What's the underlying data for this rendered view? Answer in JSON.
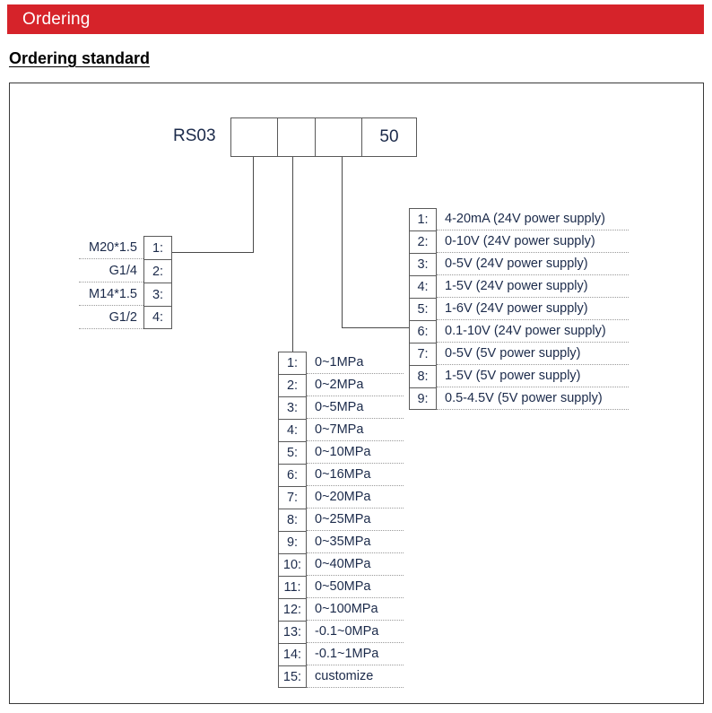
{
  "header": {
    "title": "Ordering",
    "bar_color": "#d6232a"
  },
  "section": {
    "title": "Ordering standard"
  },
  "model": {
    "prefix": "RS03",
    "boxes": [
      "",
      "",
      "",
      "50"
    ]
  },
  "thread_table": {
    "rows": [
      {
        "label": "M20*1.5",
        "code": "1:"
      },
      {
        "label": "G1/4",
        "code": "2:"
      },
      {
        "label": "M14*1.5",
        "code": "3:"
      },
      {
        "label": "G1/2",
        "code": "4:"
      }
    ]
  },
  "range_table": {
    "rows": [
      {
        "code": "1:",
        "label": "0~1MPa"
      },
      {
        "code": "2:",
        "label": "0~2MPa"
      },
      {
        "code": "3:",
        "label": "0~5MPa"
      },
      {
        "code": "4:",
        "label": "0~7MPa"
      },
      {
        "code": "5:",
        "label": "0~10MPa"
      },
      {
        "code": "6:",
        "label": "0~16MPa"
      },
      {
        "code": "7:",
        "label": "0~20MPa"
      },
      {
        "code": "8:",
        "label": "0~25MPa"
      },
      {
        "code": "9:",
        "label": "0~35MPa"
      },
      {
        "code": "10:",
        "label": "0~40MPa"
      },
      {
        "code": "11:",
        "label": "0~50MPa"
      },
      {
        "code": "12:",
        "label": "0~100MPa"
      },
      {
        "code": "13:",
        "label": "-0.1~0MPa"
      },
      {
        "code": "14:",
        "label": "-0.1~1MPa"
      },
      {
        "code": "15:",
        "label": "customize"
      }
    ]
  },
  "output_table": {
    "rows": [
      {
        "code": "1:",
        "label": "4-20mA (24V power supply)"
      },
      {
        "code": "2:",
        "label": "0-10V (24V power supply)"
      },
      {
        "code": "3:",
        "label": "0-5V (24V power supply)"
      },
      {
        "code": "4:",
        "label": "1-5V (24V power supply)"
      },
      {
        "code": "5:",
        "label": "1-6V (24V power supply)"
      },
      {
        "code": "6:",
        "label": "0.1-10V (24V power supply)"
      },
      {
        "code": "7:",
        "label": "0-5V (5V power supply)"
      },
      {
        "code": "8:",
        "label": "1-5V (5V power supply)"
      },
      {
        "code": "9:",
        "label": "0.5-4.5V (5V power supply)"
      }
    ]
  }
}
